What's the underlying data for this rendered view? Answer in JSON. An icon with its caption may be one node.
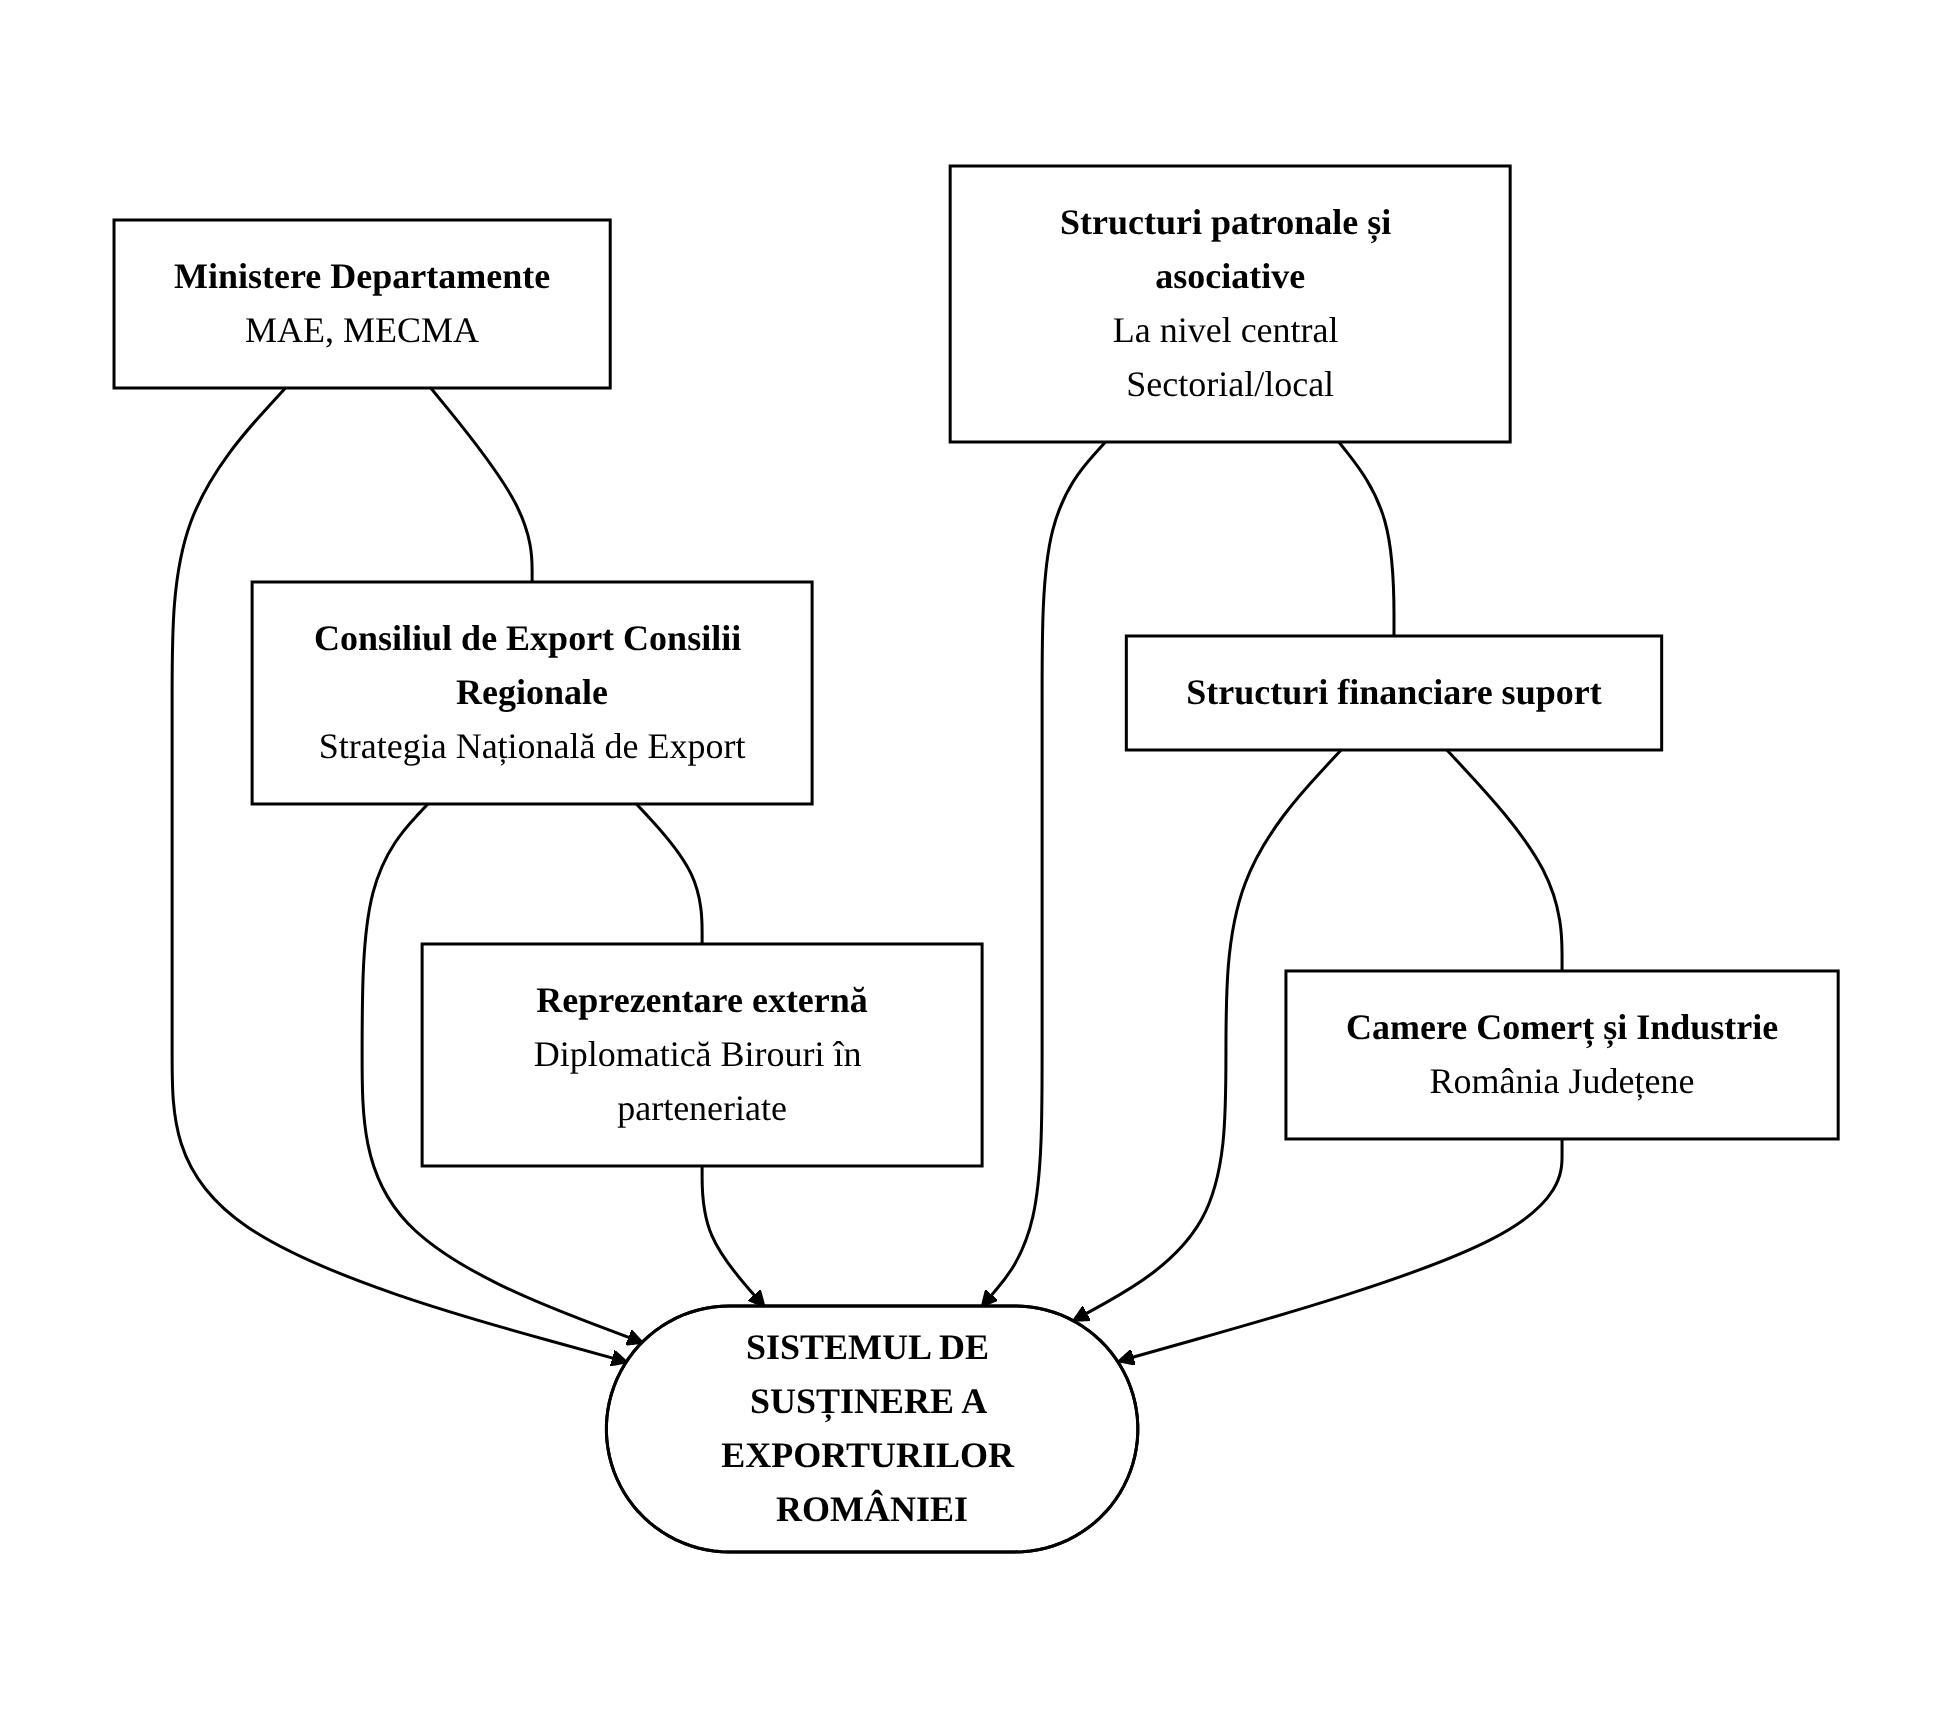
{
  "diagram": {
    "nodes": [
      {
        "text": [
          "Ministere Departamente",
          "MAE, MECMA"
        ]
      },
      {
        "text": [
          "Consiliul de Export Consilii Regionale",
          "Strategia Națională de Export"
        ]
      },
      {
        "text": [
          "Reprezentare externă",
          "Diplomatică Birouri în parteneriate"
        ]
      },
      {
        "text": [
          "SISTEMUL DE SUSȚINERE A EXPORTURILOR ROMÂNIEI"
        ]
      },
      {
        "text": [
          "Structuri patronale și asociative",
          "La nivel central Sectorial/local"
        ]
      },
      {
        "text": [
          "Structuri financiare suport"
        ]
      },
      {
        "text": [
          "Camere Comerț și Industrie",
          "România Județene"
        ]
      }
    ],
    "edges": [
      {
        "from": 0,
        "to": 1,
        "arrow": "none"
      },
      {
        "from": 1,
        "to": 2,
        "arrow": "none"
      },
      {
        "from": 0,
        "to": 3,
        "arrow": "to"
      },
      {
        "from": 1,
        "to": 3,
        "arrow": "to"
      },
      {
        "from": 2,
        "to": 3,
        "arrow": "to"
      },
      {
        "from": 4,
        "to": 5,
        "arrow": "none"
      },
      {
        "from": 5,
        "to": 6,
        "arrow": "none"
      },
      {
        "from": 4,
        "to": 3,
        "arrow": "to"
      },
      {
        "from": 5,
        "to": 3,
        "arrow": "to"
      },
      {
        "from": 6,
        "to": 3,
        "arrow": "to"
      }
    ]
  }
}
